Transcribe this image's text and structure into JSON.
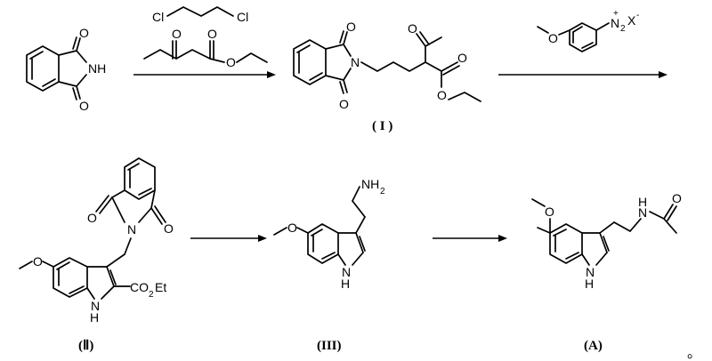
{
  "atoms": {
    "O": "O",
    "NH": "NH",
    "N": "N",
    "Cl": "Cl",
    "X": "X",
    "H": "H",
    "NH2_main": "NH",
    "NH2_sub": "2",
    "CO2Et_a": "CO",
    "CO2Et_sub": "2",
    "CO2Et_b": "Et",
    "N2_sub": "2",
    "plus": "+",
    "minus": "-"
  },
  "labels": {
    "compound_I": "( I )",
    "compound_II": "(Ⅱ)",
    "compound_III": "(III)",
    "compound_A": "(A)",
    "trailing_mark": "。"
  }
}
